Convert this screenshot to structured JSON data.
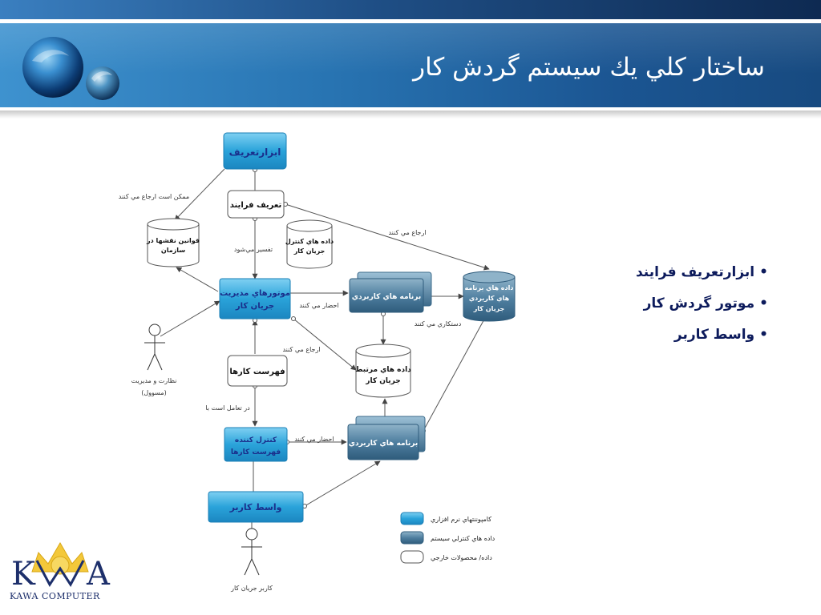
{
  "header": {
    "title": "ساختار كلي يك سيستم گردش كار",
    "colors": {
      "banner": "#2874b2",
      "topbar": "#1f4f86"
    }
  },
  "bullets": [
    "ابزارتعريف فرايند",
    "موتور گردش كار",
    "واسط كاربر"
  ],
  "diagram": {
    "nodes": {
      "definition_tool": "ابزارتعريف",
      "process_definition": "تعريف فرايند",
      "org_rules": [
        "قوانين نقشها در",
        "سازمان"
      ],
      "control_data": [
        "داده هاي كنترل",
        "جريان كار"
      ],
      "engines": [
        "موتورهاي مديريت",
        "جريان كار"
      ],
      "app_programs_top": "برنامه هاي كاربردي",
      "program_data": [
        "داده هاي برنامه",
        "هاي كاربردي",
        "جريان كار"
      ],
      "worklist": "فهرست كارها",
      "related_data": [
        "داده هاي مرتبط",
        "جريان كار"
      ],
      "worklist_controller": [
        "كنترل كننده",
        "فهرست كارها"
      ],
      "app_programs_bottom": "برنامه هاي كاربردي",
      "user_interface": "واسط كاربر"
    },
    "edge_labels": {
      "may_refer": "ممكن است ارجاع مي كنند",
      "refers_top": "ارجاع مي كنند",
      "interpreted": "تفسير مي‌شود",
      "invokes_top": "احضار مي كنند",
      "manipulates": "دستكاري مي كنند",
      "refers_mid": "ارجاع مي كنند",
      "interacts": "در تعامل است با",
      "invokes_bottom": "احضار مي كنند"
    },
    "actors": {
      "admin": [
        "نظارت و مديريت",
        "(مسوول)"
      ],
      "user": "كاربر جريان كار"
    },
    "legend": {
      "software": "كامپوننتهاي نرم افزاري",
      "system_control": "داده هاي كنترلي سيستم",
      "external": "داده/ محصولات خارجي"
    },
    "colors": {
      "software_fill": "#2ea7dc",
      "system_fill": "#4e7fa0",
      "line": "#555555"
    }
  },
  "logo": {
    "letters": "KWA",
    "caption": "KAWA COMPUTER"
  }
}
